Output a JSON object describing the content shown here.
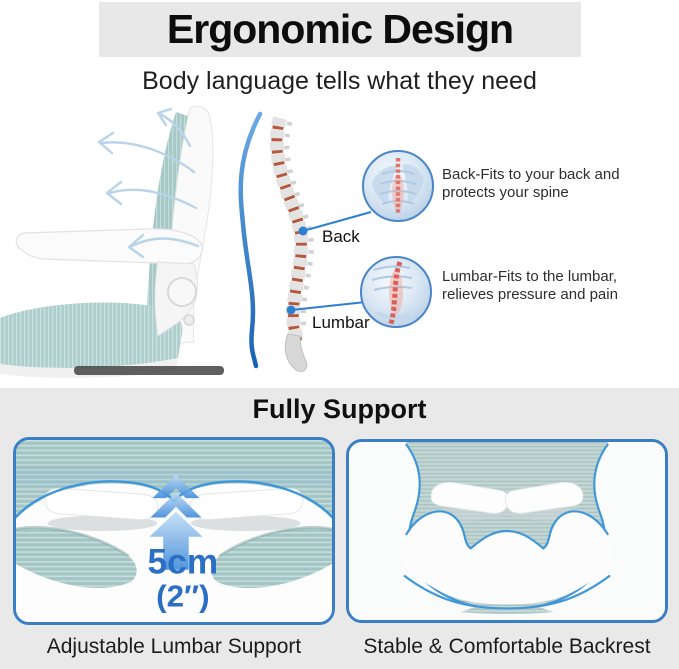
{
  "header": {
    "title": "Ergonomic Design",
    "subtitle": "Body language tells what they need"
  },
  "diagram": {
    "back_point_label": "Back",
    "lumbar_point_label": "Lumbar",
    "back_callout_line1": "Back-Fits to your back and",
    "back_callout_line2": "protects your spine",
    "lumbar_callout_line1": "Lumbar-Fits to the lumbar,",
    "lumbar_callout_line2": "relieves pressure and pain"
  },
  "support": {
    "heading": "Fully Support",
    "measurement_value": "5cm",
    "measurement_alt": "(2″)",
    "left_caption": "Adjustable Lumbar Support",
    "right_caption": "Stable & Comfortable Backrest"
  },
  "colors": {
    "accent_blue": "#2e7fd0",
    "panel_border": "#3a7fc6",
    "measurement_blue": "#2a6fc4",
    "mesh_teal": "#a6c9c7",
    "band_gray": "#e8e8e8",
    "section_gray": "#e9e9e9"
  }
}
